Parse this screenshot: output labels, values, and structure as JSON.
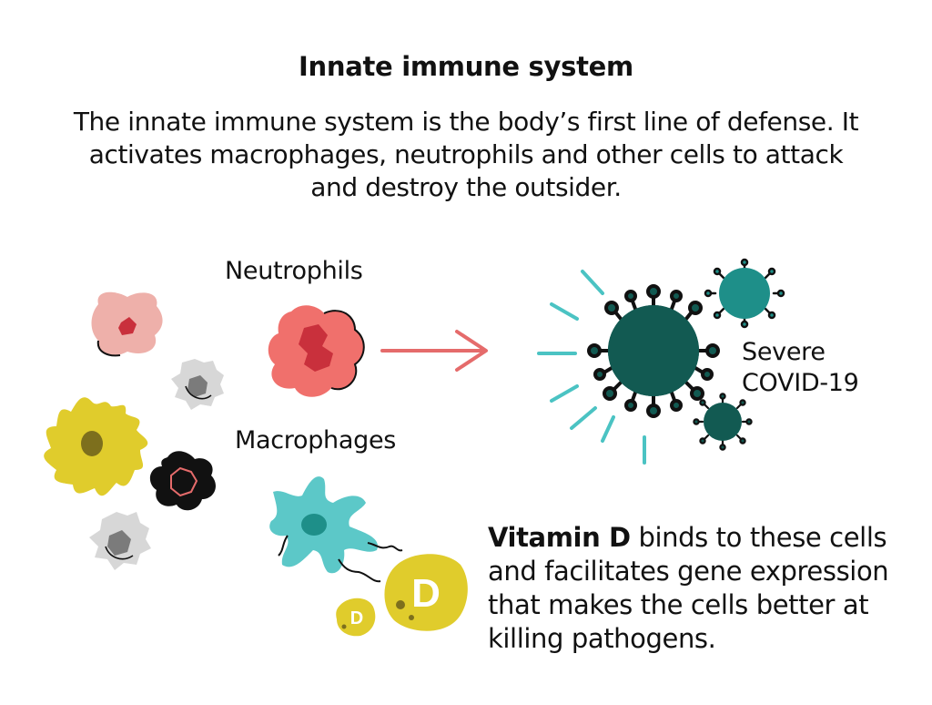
{
  "title": "Innate immune system",
  "intro": "The innate immune system is the body’s first line of defense. It activates macrophages, neutrophils and other cells to attack and destroy the outsider.",
  "labels": {
    "neutrophils": "Neutrophils",
    "macrophages": "Macrophages",
    "covid_line1": "Severe",
    "covid_line2": "COVID-19"
  },
  "vitamin_d": {
    "bold": "Vitamin D",
    "text": " binds to these cells and facilitates gene expression that makes the cells better at killing pathogens.",
    "badge_large": "D",
    "badge_small": "D"
  },
  "colors": {
    "neutrophil_pink": "#f08b84",
    "neutrophil_light": "#eeb0aa",
    "nucleus_red": "#c9303c",
    "gray_cell": "#d7d7d7",
    "gray_nucleus": "#7b7b7b",
    "yellow": "#e0cc2c",
    "macrophage_teal": "#5cc8c8",
    "virus_dark": "#125a52",
    "virus_teal": "#1e8f89",
    "ray_teal": "#4bc3c3",
    "arrow": "#e56b6b"
  }
}
